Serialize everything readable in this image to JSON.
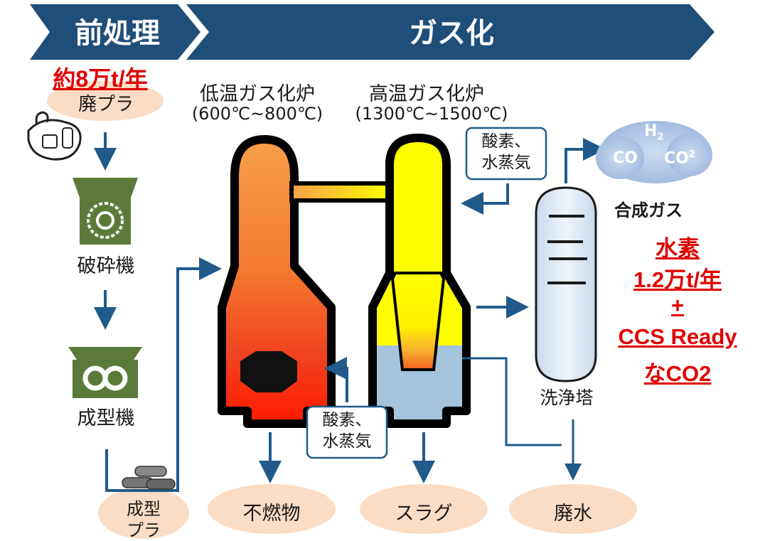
{
  "header": {
    "pretreatment": "前処理",
    "gasification": "ガス化"
  },
  "pretreatment": {
    "capacity": "約8万t/年",
    "waste_plastic": "廃プラ",
    "crusher": "破砕機",
    "molding_machine": "成型機",
    "molded_plastic_line1": "成型",
    "molded_plastic_line2": "プラ"
  },
  "gasifier": {
    "low_temp_name": "低温ガス化炉",
    "low_temp_range": "(600℃~800℃)",
    "high_temp_name": "高温ガス化炉",
    "high_temp_range": "(1300℃~1500℃)",
    "oxygen_steam_top_line1": "酸素、",
    "oxygen_steam_top_line2": "水蒸気",
    "oxygen_steam_bottom_line1": "酸素、",
    "oxygen_steam_bottom_line2": "水蒸気"
  },
  "products": {
    "h2": "H",
    "h2_sub": "2",
    "co": "CO",
    "co2": "CO",
    "co2_sub": "2",
    "syngas": "合成ガス",
    "scrubber": "洗浄塔",
    "incombustibles": "不燃物",
    "slag": "スラグ",
    "wastewater": "廃水"
  },
  "output_callout": {
    "line1": "水素",
    "line2": "1.2万t/年",
    "line3": "+",
    "line4": "CCS Ready",
    "line5": "なCO2"
  },
  "colors": {
    "banner": "#1f4e79",
    "arrow": "#1f5a8a",
    "oval": "#fbdcc4",
    "machine": "#5b7a3a",
    "highlight": "#e00000"
  }
}
